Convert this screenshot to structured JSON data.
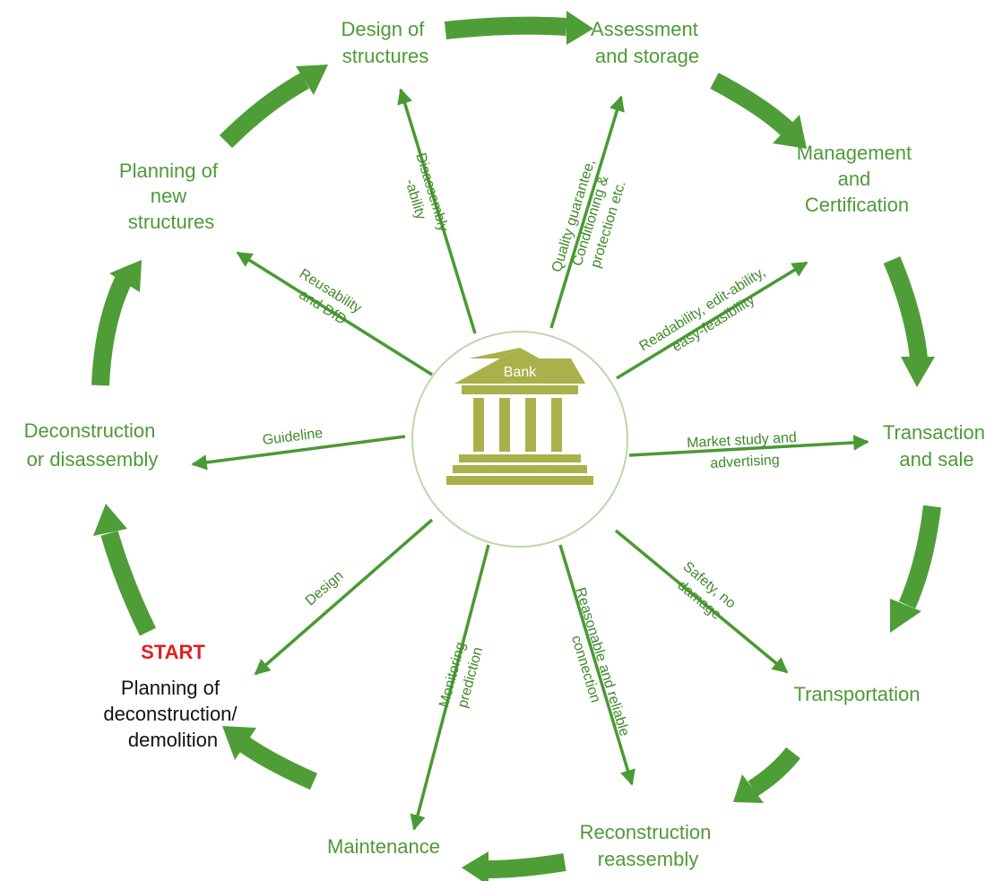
{
  "diagram": {
    "center": {
      "label": "Bank"
    },
    "start_label": "START",
    "nodes": [
      {
        "id": "design-of-structures",
        "lines": [
          "Design of",
          "structures"
        ]
      },
      {
        "id": "assessment-and-storage",
        "lines": [
          "Assessment",
          "and storage"
        ]
      },
      {
        "id": "management-and-certification",
        "lines": [
          "Management",
          "and",
          "Certification"
        ]
      },
      {
        "id": "transaction-and-sale",
        "lines": [
          "Transaction",
          "and sale"
        ]
      },
      {
        "id": "transportation",
        "lines": [
          "Transportation"
        ]
      },
      {
        "id": "reconstruction-reassembly",
        "lines": [
          "Reconstruction",
          "reassembly"
        ]
      },
      {
        "id": "maintenance",
        "lines": [
          "Maintenance"
        ]
      },
      {
        "id": "planning-of-deconstruction",
        "lines": [
          "Planning of",
          "deconstruction/",
          "demolition"
        ]
      },
      {
        "id": "deconstruction-or-disassembly",
        "lines": [
          "Deconstruction",
          "or disassembly"
        ]
      },
      {
        "id": "planning-of-new-structures",
        "lines": [
          "Planning of",
          "new",
          "structures"
        ]
      }
    ],
    "spokes": [
      {
        "id": "disassembly-ability",
        "lines": [
          "Disassembly",
          "-ability"
        ]
      },
      {
        "id": "quality-guarantee",
        "lines": [
          "Quality guarantee,",
          "Conditioning &",
          "protection etc."
        ]
      },
      {
        "id": "readability",
        "lines": [
          "Readability, edit-ability,",
          "easy-feasibility"
        ]
      },
      {
        "id": "market-study",
        "lines": [
          "Market study and",
          "advertising"
        ]
      },
      {
        "id": "safety-no-damage",
        "lines": [
          "Safety, no",
          "damage"
        ]
      },
      {
        "id": "reasonable-reliable",
        "lines": [
          "Reasonable and reliable",
          "connection"
        ]
      },
      {
        "id": "monitoring-prediction",
        "lines": [
          "Monitoring",
          "prediction"
        ]
      },
      {
        "id": "design",
        "lines": [
          "Design"
        ]
      },
      {
        "id": "guideline",
        "lines": [
          "Guideline"
        ]
      },
      {
        "id": "reusability-dfd",
        "lines": [
          "Reusability",
          "and DfD"
        ]
      }
    ],
    "colors": {
      "cycle_arrow": "#4f9d36",
      "spoke_arrow": "#4a9a33",
      "node_text": "#4e9a38",
      "start_text": "#e41e1e",
      "building": "#a9b24a",
      "circle_stroke": "#b9d9a8"
    }
  }
}
